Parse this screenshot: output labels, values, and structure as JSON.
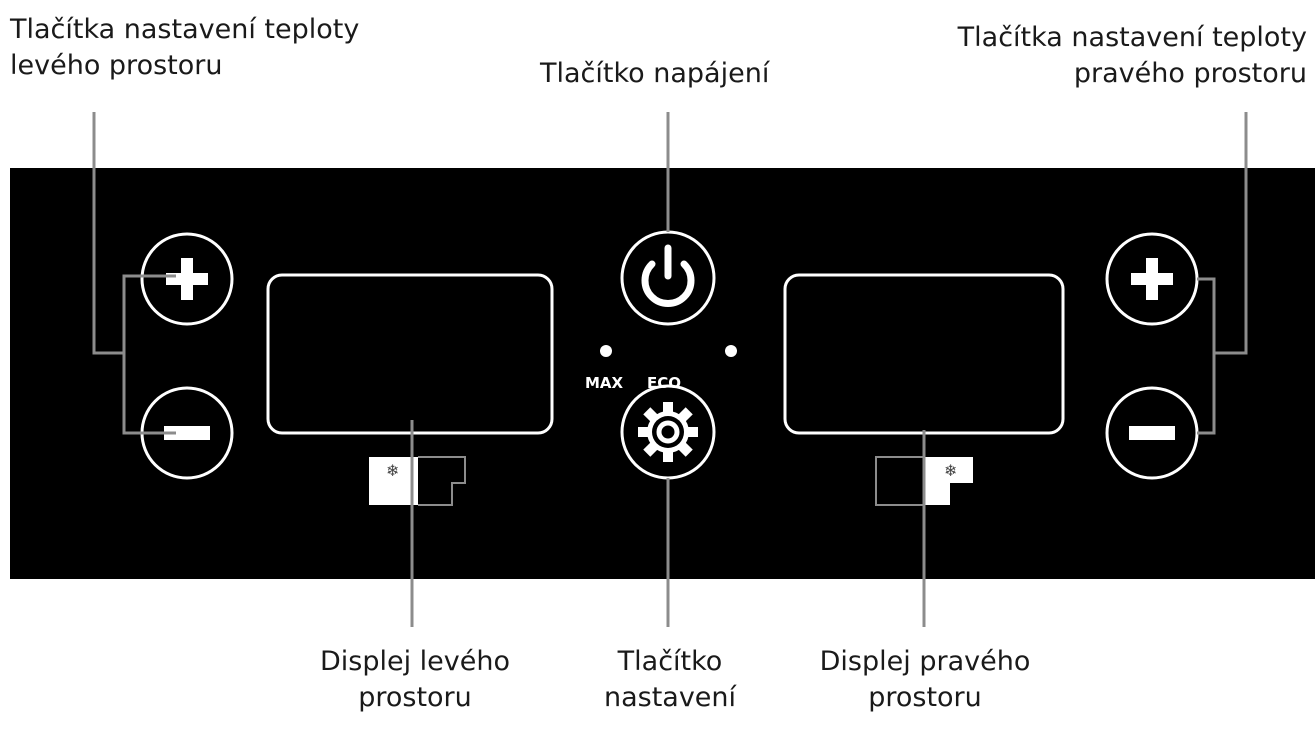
{
  "labels": {
    "left_buttons": [
      "Tlačítka nastavení teploty",
      "levého prostoru"
    ],
    "power": "Tlačítko napájení",
    "right_buttons": [
      "Tlačítka nastavení teploty",
      "pravého prostoru"
    ],
    "left_display": [
      "Displej levého",
      "prostoru"
    ],
    "settings": [
      "Tlačítko",
      "nastavení"
    ],
    "right_display": [
      "Displej pravého",
      "prostoru"
    ]
  },
  "indicators": {
    "max": "MAX",
    "eco": "ECO"
  },
  "icons": {
    "plus": "plus-icon",
    "minus": "minus-icon",
    "power": "power-icon",
    "gear": "gear-icon",
    "snowflake": "snowflake-icon"
  },
  "colors": {
    "panel": "#000000",
    "outline": "#ffffff",
    "leader": "#8c8c8c",
    "text": "#1a1a1a"
  }
}
